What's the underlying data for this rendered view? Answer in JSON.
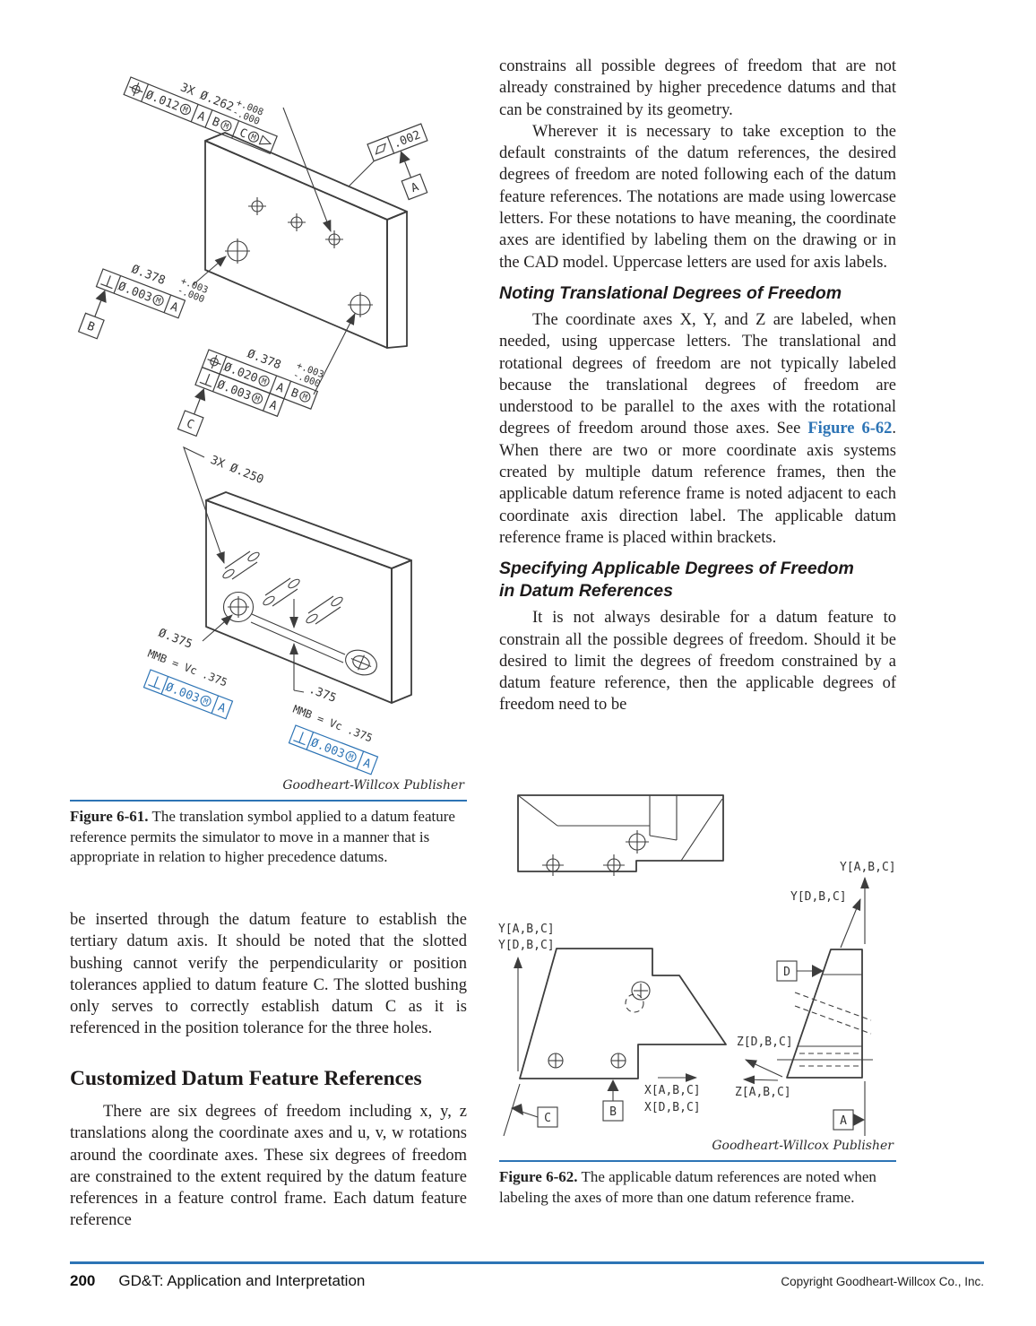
{
  "page": {
    "accent_color": "#2d74b5",
    "footer": {
      "page_number": "200",
      "book_title": "GD&T: Application and Interpretation",
      "copyright": "Copyright Goodheart-Willcox Co., Inc."
    }
  },
  "left": {
    "fig61": {
      "credit": "Goodheart-Willcox Publisher",
      "caption_label": "Figure 6-61.",
      "caption_text": " The translation symbol applied to a datum feature reference permits the simulator to move in a manner that is appropriate in relation to higher precedence datums.",
      "d1": {
        "pattern": "3X Ø.262",
        "tol_plus": "+.008",
        "tol_minus": "-.000",
        "pos_tol": "Ø.012",
        "mod_m": "M",
        "datum_a": "A",
        "datum_b": "B",
        "datum_c": "C",
        "flatness_tol": ".002",
        "flat_datum": "A",
        "holeB_dim": "Ø.378",
        "holeB_tol_plus": "+.003",
        "holeB_tol_minus": "-.000",
        "holeB_perp_tol": "Ø.003",
        "holeB_perp_datum": "A",
        "holeB_flag": "B",
        "holeC_dim": "Ø.378",
        "holeC_tol_plus": "+.003",
        "holeC_tol_minus": "-.000",
        "holeC_pos_tol": "Ø.020",
        "holeC_pos_da": "A",
        "holeC_pos_db": "B",
        "holeC_perp_tol": "Ø.003",
        "holeC_perp_da": "A",
        "holeC_flag": "C"
      },
      "d2": {
        "pattern": "3X Ø.250",
        "pin_dim": "Ø.375",
        "pin_mmb": "MMB = Vc .375",
        "pin_perp_tol": "Ø.003",
        "pin_perp_datum": "A",
        "slot_dim": ".375",
        "slot_mmb": "MMB = Vc .375",
        "slot_perp_tol": "Ø.003",
        "slot_perp_datum": "A",
        "mod_m": "M"
      }
    },
    "para_continuation": "be inserted through the datum feature to establish the tertiary datum axis. It should be noted that the slotted bushing cannot verify the perpendicularity or position tolerances applied to datum feature C. The slotted bushing only serves to correctly establish datum C as it is referenced in the position tolerance for the three holes.",
    "heading": "Customized Datum Feature References",
    "para_intro": "There are six degrees of freedom including x, y, z translations along the coordinate axes and u, v, w rotations around the coordinate axes. These six degrees of freedom are constrained to the extent required by the datum feature references in a feature control frame. Each datum feature reference"
  },
  "right": {
    "para1": "constrains all possible degrees of freedom that are not already constrained by higher precedence datums and that can be constrained by its geometry.",
    "para2": "Wherever it is necessary to take exception to the default constraints of the datum references, the desired degrees of freedom are noted following each of the datum feature references. The notations are made using lowercase letters. For these notations to have meaning, the coordinate axes are identified by labeling them on the drawing or in the CAD model. Uppercase letters are used for axis labels.",
    "heading1": "Noting Translational Degrees of Freedom",
    "para3_before": "The coordinate axes X, Y, and Z are labeled, when needed, using uppercase letters. The translational and rotational degrees of freedom are not typically labeled because the translational degrees of freedom are understood to be parallel to the axes with the rotational degrees of freedom around those axes. See ",
    "fig_ref": "Figure 6-62",
    "para3_after": ". When there are two or more coordinate axis systems created by multiple datum reference frames, then the applicable datum reference frame is noted adjacent to each coordinate axis direction label. The applicable datum reference frame is placed within brackets.",
    "heading2_line1": "Specifying Applicable Degrees of Freedom",
    "heading2_line2": "in Datum References",
    "para4": "It is not always desirable for a datum feature to constrain all the possible degrees of freedom. Should it be desired to limit the degrees of freedom constrained by a datum feature reference, then the applicable degrees of freedom need to be",
    "fig62": {
      "credit": "Goodheart-Willcox Publisher",
      "caption_label": "Figure 6-62.",
      "caption_text": " The applicable datum references are noted when labeling the axes of more than one datum reference frame.",
      "labels": {
        "y_abc": "Y[A,B,C]",
        "y_dbc": "Y[D,B,C]",
        "x_abc": "X[A,B,C]",
        "x_dbc": "X[D,B,C]",
        "z_abc": "Z[A,B,C]",
        "z_dbc": "Z[D,B,C]",
        "datum_a": "A",
        "datum_b": "B",
        "datum_c": "C",
        "datum_d": "D"
      }
    }
  }
}
